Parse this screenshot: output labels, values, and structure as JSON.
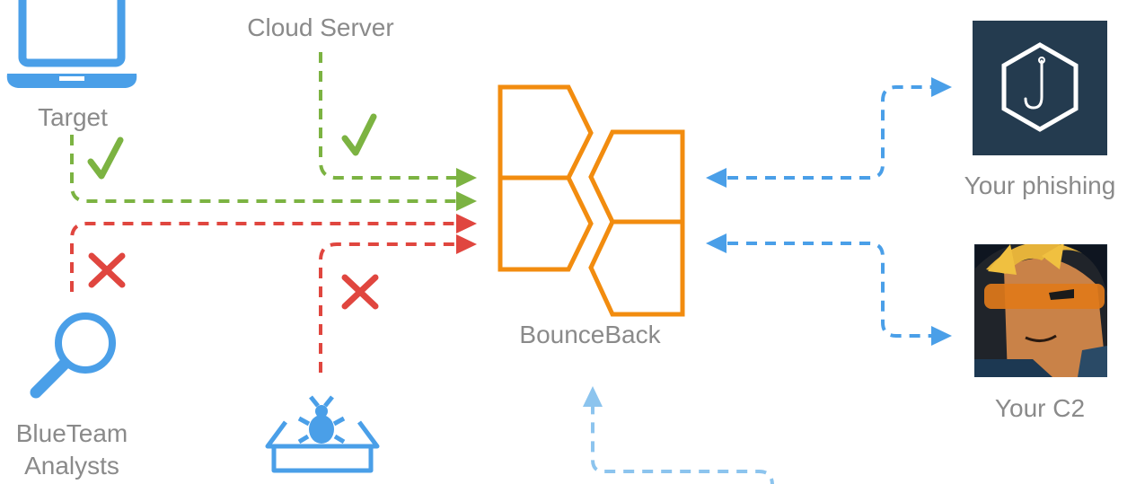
{
  "labels": {
    "target": "Target",
    "cloud_server": "Cloud Server",
    "blueteam_line1": "BlueTeam",
    "blueteam_line2": "Analysts",
    "bounceback": "BounceBack",
    "phishing": "Your phishing",
    "c2": "Your C2"
  },
  "colors": {
    "green": "#7cb342",
    "red": "#e0463f",
    "blue": "#4a9fe8",
    "light_blue": "#8cc4ee",
    "orange": "#f28c0f",
    "gray_text": "#8a8a8a",
    "navy": "#243b4f"
  },
  "icons": {
    "target": "laptop-icon",
    "blueteam": "magnifier-icon",
    "sandbox": "bug-box-icon",
    "phishing": "hexagon-fishhook-icon",
    "c2": "anime-character-avatar",
    "bounceback": "bounceback-logo"
  }
}
